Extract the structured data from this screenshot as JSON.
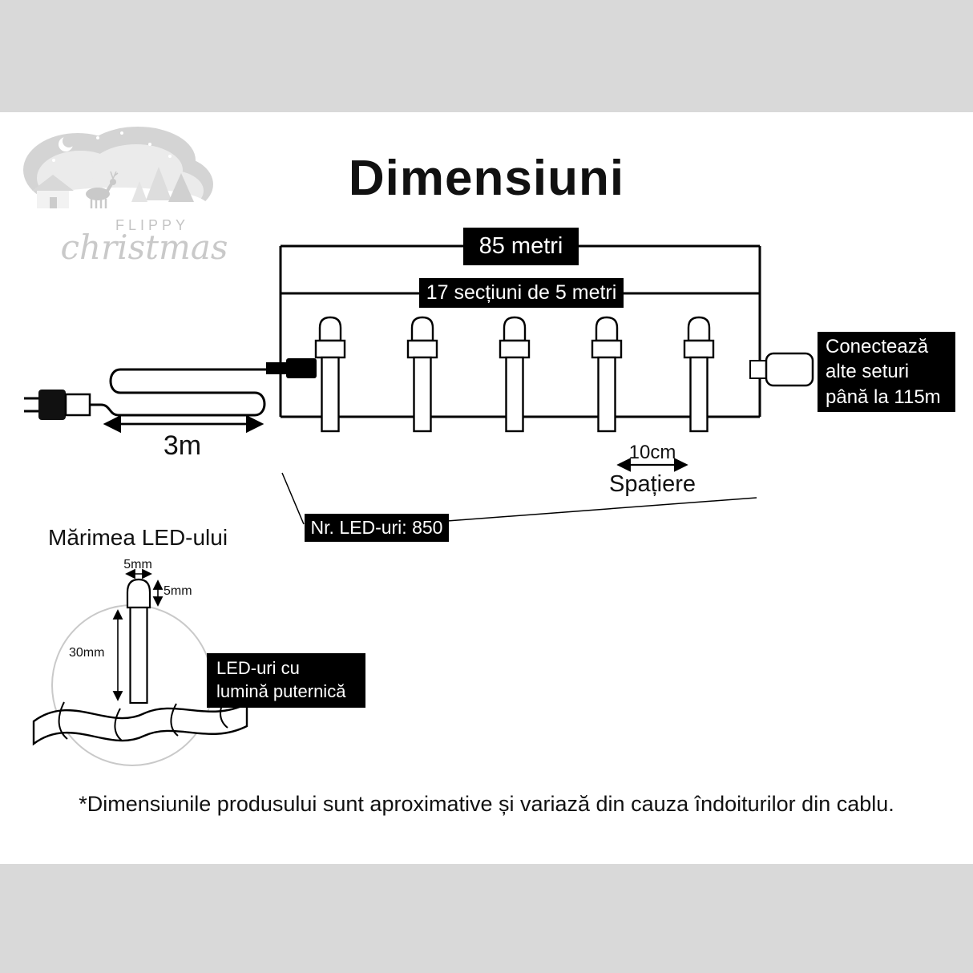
{
  "colors": {
    "page_bg": "#d9d9d9",
    "panel_bg": "#ffffff",
    "label_bg": "#000000",
    "label_text": "#ffffff",
    "line": "#000000",
    "logo_gray": "#c9c9c9"
  },
  "title": "Dimensiuni",
  "logo": {
    "brand": "FLIPPY",
    "script": "christmas"
  },
  "diagram": {
    "total_length_label": "85 metri",
    "sections_label": "17 secțiuni de 5 metri",
    "lead_length_label": "3m",
    "connect_label": "Conectează alte seturi până la 115m",
    "spacing_value": "10cm",
    "spacing_label": "Spațiere",
    "led_count_label": "Nr. LED-uri: 850"
  },
  "led_size": {
    "heading": "Mărimea LED-ului",
    "bulb_width": "5mm",
    "bulb_height": "5mm",
    "body_height": "30mm",
    "note": "LED-uri cu lumină puternică"
  },
  "footnote": "*Dimensiunile produsului sunt aproximative și variază din cauza îndoiturilor din cablu."
}
